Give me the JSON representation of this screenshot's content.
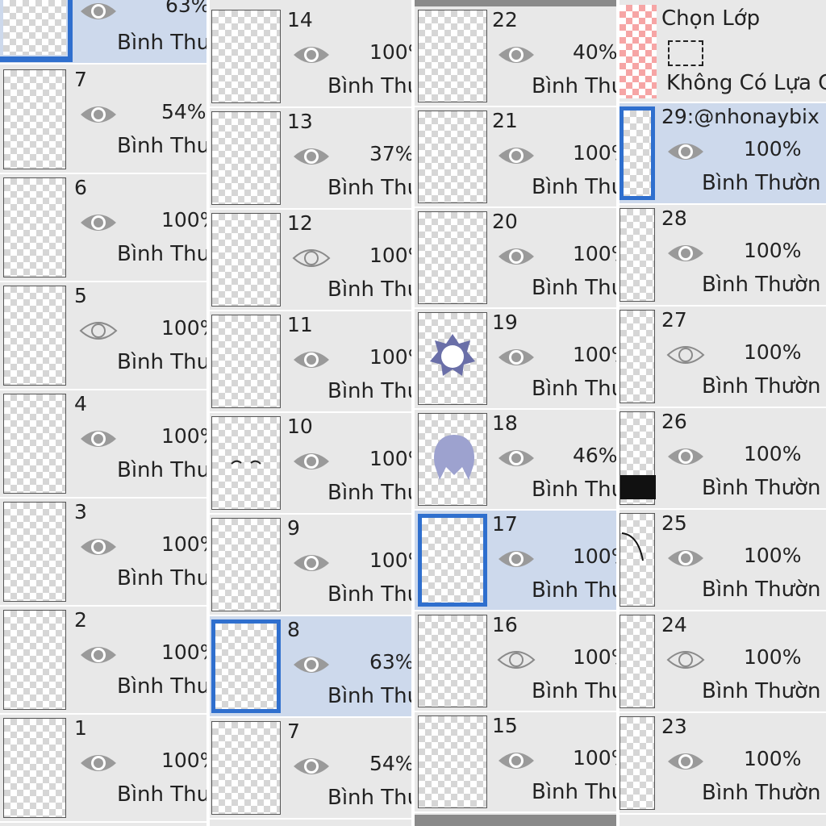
{
  "layers_panel": {
    "header": {
      "select_layer_label": "Chọn Lớp",
      "no_selection_label": "Không Có Lựa C"
    },
    "colors": {
      "accent": "#2f6fce",
      "selected_row": "#cdd9ec",
      "row": "#e8e8e8"
    },
    "panel1": {
      "top_partial": {
        "opacity": "63%",
        "blend": "Bình Thư"
      },
      "layers": [
        {
          "num": "7",
          "opacity": "54%",
          "blend": "Bình Thư",
          "visible": true
        },
        {
          "num": "6",
          "opacity": "100%",
          "blend": "Bình Thư",
          "visible": true
        },
        {
          "num": "5",
          "opacity": "100%",
          "blend": "Bình Thư",
          "visible": false
        },
        {
          "num": "4",
          "opacity": "100%",
          "blend": "Bình Thư",
          "visible": true
        },
        {
          "num": "3",
          "opacity": "100%",
          "blend": "Bình Thư",
          "visible": true
        },
        {
          "num": "2",
          "opacity": "100%",
          "blend": "Bình Thư",
          "visible": true
        },
        {
          "num": "1",
          "opacity": "100%",
          "blend": "Bình Thư",
          "visible": true
        }
      ]
    },
    "panel2": {
      "layers": [
        {
          "num": "14",
          "opacity": "100%",
          "blend": "Bình Thư",
          "visible": true
        },
        {
          "num": "13",
          "opacity": "37%",
          "blend": "Bình Thư",
          "visible": true
        },
        {
          "num": "12",
          "opacity": "100%",
          "blend": "Bình Thư",
          "visible": false
        },
        {
          "num": "11",
          "opacity": "100%",
          "blend": "Bình Thư",
          "visible": true
        },
        {
          "num": "10",
          "opacity": "100%",
          "blend": "Bình Thư",
          "visible": true
        },
        {
          "num": "9",
          "opacity": "100%",
          "blend": "Bình Thư",
          "visible": true
        },
        {
          "num": "8",
          "opacity": "63%",
          "blend": "Bình Thư",
          "visible": true,
          "selected": true
        },
        {
          "num": "7",
          "opacity": "54%",
          "blend": "Bình Thư",
          "visible": true
        }
      ]
    },
    "panel3": {
      "layers": [
        {
          "num": "22",
          "opacity": "40%",
          "blend": "Bình Thư",
          "visible": true
        },
        {
          "num": "21",
          "opacity": "100%",
          "blend": "Bình Thư",
          "visible": true
        },
        {
          "num": "20",
          "opacity": "100%",
          "blend": "Bình Thư",
          "visible": true
        },
        {
          "num": "19",
          "opacity": "100%",
          "blend": "Bình Thư",
          "visible": true
        },
        {
          "num": "18",
          "opacity": "46%",
          "blend": "Bình Thư",
          "visible": true
        },
        {
          "num": "17",
          "opacity": "100%",
          "blend": "Bình Thư",
          "visible": true,
          "selected": true
        },
        {
          "num": "16",
          "opacity": "100%",
          "blend": "Bình Thư",
          "visible": false
        },
        {
          "num": "15",
          "opacity": "100%",
          "blend": "Bình Thư",
          "visible": true
        }
      ]
    },
    "panel4": {
      "layers": [
        {
          "num": "29:@nhonaybix",
          "opacity": "100%",
          "blend": "Bình Thườn",
          "visible": true,
          "selected": true
        },
        {
          "num": "28",
          "opacity": "100%",
          "blend": "Bình Thườn",
          "visible": true
        },
        {
          "num": "27",
          "opacity": "100%",
          "blend": "Bình Thườn",
          "visible": false
        },
        {
          "num": "26",
          "opacity": "100%",
          "blend": "Bình Thườn",
          "visible": true
        },
        {
          "num": "25",
          "opacity": "100%",
          "blend": "Bình Thườn",
          "visible": true
        },
        {
          "num": "24",
          "opacity": "100%",
          "blend": "Bình Thườn",
          "visible": false
        },
        {
          "num": "23",
          "opacity": "100%",
          "blend": "Bình Thườn",
          "visible": true
        }
      ]
    }
  }
}
